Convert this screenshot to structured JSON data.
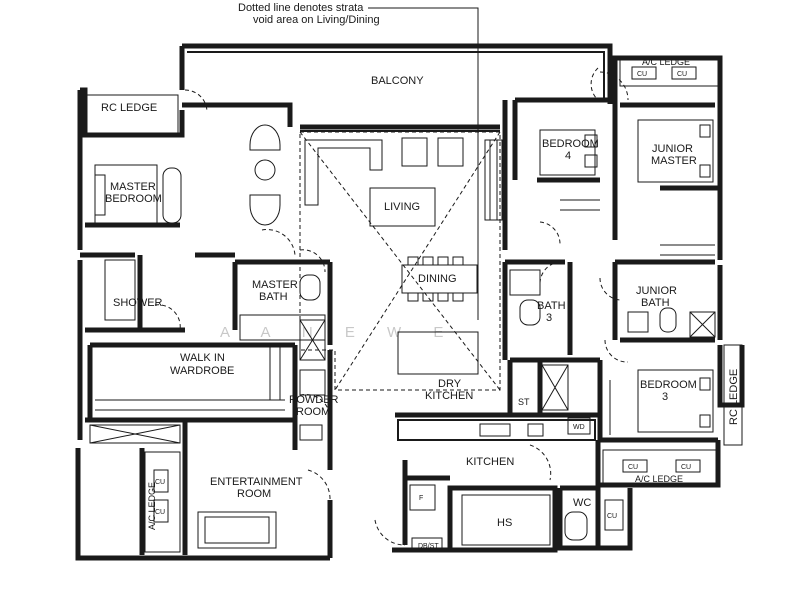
{
  "note": {
    "line1": "Dotted line denotes strata",
    "line2": "void area on Living/Dining"
  },
  "rooms": {
    "balcony": "BALCONY",
    "rc_ledge_top": "RC LEDGE",
    "master_bedroom_1": "MASTER",
    "master_bedroom_2": "BEDROOM",
    "living": "LIVING",
    "dining": "DINING",
    "bedroom4_1": "BEDROOM",
    "bedroom4_2": "4",
    "junior_master_1": "JUNIOR",
    "junior_master_2": "MASTER",
    "master_bath_1": "MASTER",
    "master_bath_2": "BATH",
    "shower": "SHOWER",
    "walk_in_1": "WALK IN",
    "walk_in_2": "WARDROBE",
    "powder_1": "POWDER",
    "powder_2": "ROOM",
    "bath3_1": "BATH",
    "bath3_2": "3",
    "junior_bath_1": "JUNIOR",
    "junior_bath_2": "BATH",
    "dry_kitchen_1": "DRY",
    "dry_kitchen_2": "KITCHEN",
    "st": "ST",
    "wd": "WD",
    "bedroom3_1": "BEDROOM",
    "bedroom3_2": "3",
    "rc_ledge_right": "RC LEDGE",
    "kitchen": "KITCHEN",
    "entertainment_1": "ENTERTAINMENT",
    "entertainment_2": "ROOM",
    "ac_ledge_left": "A/C LEDGE",
    "ac_ledge_top_right": "A/C LEDGE",
    "ac_ledge_bottom_right": "A/C LEDGE",
    "hs": "HS",
    "wc": "WC",
    "f": "F",
    "dbst": "DB/ST",
    "cu": "CU"
  },
  "watermark": "A  A  N  E  W  E"
}
